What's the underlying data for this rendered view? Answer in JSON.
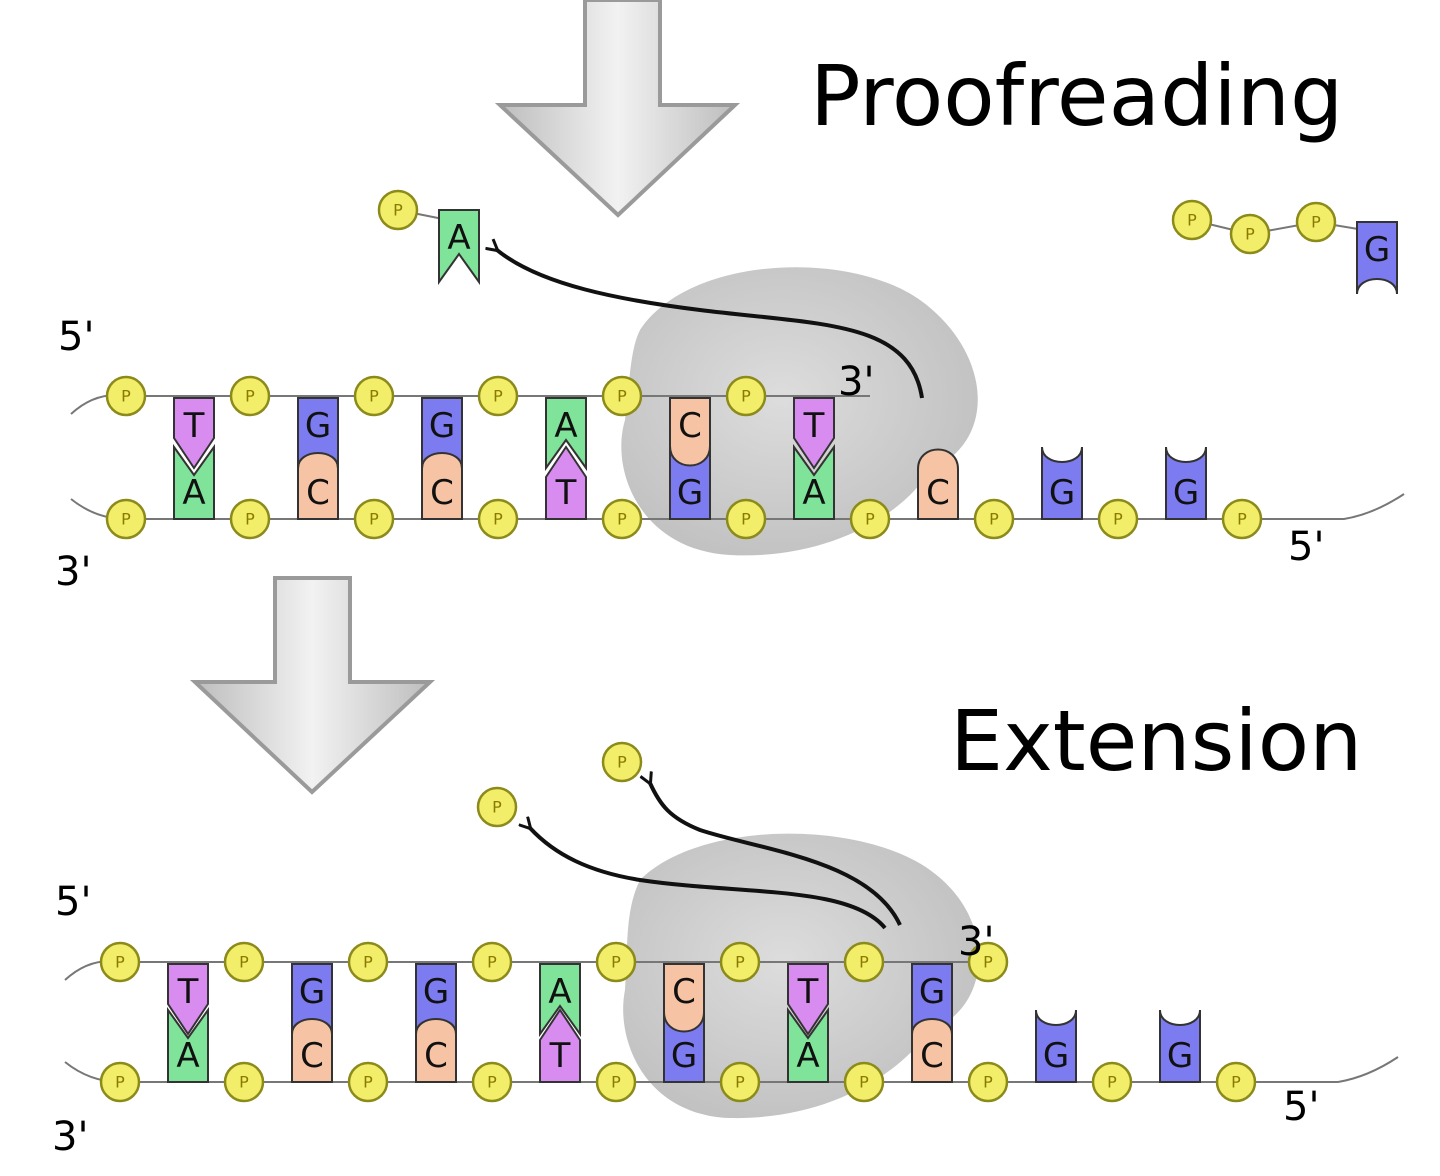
{
  "headings": {
    "proofreading": "Proofreading",
    "extension": "Extension"
  },
  "phosphate_label": "P",
  "ends": {
    "five_prime": "5'",
    "three_prime": "3'"
  },
  "colors": {
    "T": "#d88cf0",
    "A": "#7fe39a",
    "G": "#7c7cf0",
    "C": "#f6c4a4",
    "phosphate": "#f2ee6a",
    "enzyme": "#c8c8c8",
    "arrow": "#cfcfcf"
  },
  "stages": [
    {
      "name": "proofreading",
      "top_strand": [
        "T",
        "G",
        "G",
        "A",
        "C",
        "T"
      ],
      "bottom_strand": [
        "A",
        "C",
        "C",
        "T",
        "G",
        "A",
        "C",
        "G",
        "G"
      ],
      "released_nucleotide": "A",
      "incoming_nucleotide": "G"
    },
    {
      "name": "extension",
      "top_strand": [
        "T",
        "G",
        "G",
        "A",
        "C",
        "T",
        "G"
      ],
      "bottom_strand": [
        "A",
        "C",
        "C",
        "T",
        "G",
        "A",
        "C",
        "G",
        "G"
      ]
    }
  ]
}
